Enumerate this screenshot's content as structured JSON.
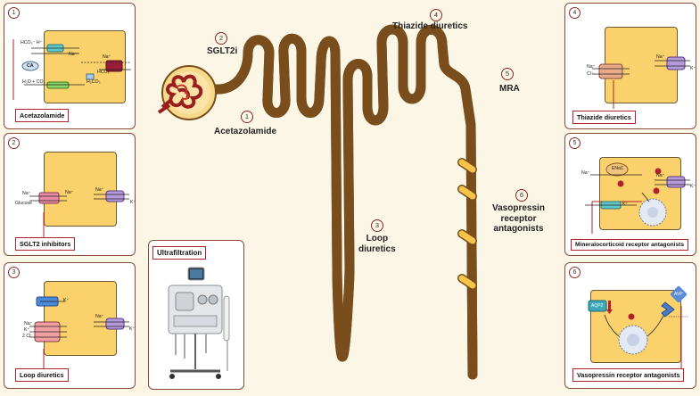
{
  "center": {
    "acetazolamide": {
      "num": "1",
      "label": "Acetazolamide"
    },
    "sglt2i": {
      "num": "2",
      "label": "SGLT2i"
    },
    "loop": {
      "num": "3",
      "label_l1": "Loop",
      "label_l2": "diuretics"
    },
    "thiazide": {
      "num": "4",
      "label": "Thiazide diuretics"
    },
    "mra": {
      "num": "5",
      "label": "MRA"
    },
    "vaso": {
      "num": "6",
      "label_l1": "Vasopressin",
      "label_l2": "receptor",
      "label_l3": "antagonists"
    }
  },
  "ultrafiltration": {
    "label": "Ultrafiltration"
  },
  "panels": {
    "p1": {
      "num": "1",
      "caption": "Acetazolamide",
      "hco3_h": "HCO₃⁻ H⁺",
      "na": "Na⁺",
      "ca": "CA",
      "h2o_co2": "H₂O + CO₂",
      "h2co3": "H₂CO₃",
      "na2": "Na⁺",
      "hco3_out": "HCO₃⁻"
    },
    "p2": {
      "num": "2",
      "caption": "SGLT2 inhibitors",
      "na_left": "Na⁺",
      "na_in": "Na⁺",
      "glucose": "Glucose",
      "na_right": "Na⁺",
      "k": "K⁺"
    },
    "p3": {
      "num": "3",
      "caption": "Loop diuretics",
      "k_top": "K⁺",
      "na": "Na⁺",
      "k": "K⁺",
      "cl": "2 Cl⁻",
      "na_right": "Na⁺",
      "k_right": "K⁺"
    },
    "p4": {
      "num": "4",
      "caption": "Thiazide diuretics",
      "na": "Na⁺",
      "cl": "Cl⁻",
      "na_right": "Na⁺",
      "k": "K⁺"
    },
    "p5": {
      "num": "5",
      "caption": "Mineralocorticoid receptor antagonists",
      "enac": "ENaC",
      "na": "Na⁺",
      "na_right": "Na⁺",
      "k_right": "K⁺",
      "k": "K⁺"
    },
    "p6": {
      "num": "6",
      "caption": "Vasopressin receptor antagonists",
      "aqp2": "AQP2",
      "avp": "AVP"
    }
  },
  "colors": {
    "background": "#fbf6e6",
    "cell": "#fad16a",
    "tubule": "#f7c44a",
    "border": "#8a4a3a",
    "caption_border": "#b0232a"
  }
}
